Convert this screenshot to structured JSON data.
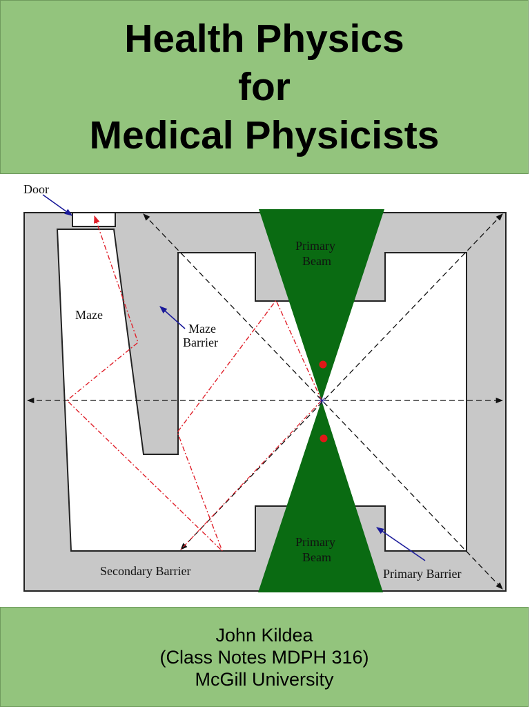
{
  "cover": {
    "title_lines": [
      "Health Physics",
      "for",
      "Medical Physicists"
    ],
    "author": "John Kildea",
    "course": "(Class Notes MDPH 316)",
    "institution": "McGill University",
    "band_color": "#93c47d"
  },
  "figure": {
    "labels": {
      "door": "Door",
      "maze": "Maze",
      "maze_barrier_1": "Maze",
      "maze_barrier_2": "Barrier",
      "primary_beam_top_1": "Primary",
      "primary_beam_top_2": "Beam",
      "primary_beam_bottom_1": "Primary",
      "primary_beam_bottom_2": "Beam",
      "secondary_barrier": "Secondary Barrier",
      "primary_barrier": "Primary Barrier"
    },
    "colors": {
      "barrier": "#c8c8c8",
      "beam": "#0a6b12",
      "scatter_path": "#e0202a",
      "pointer_arrow": "#1a1a9a"
    }
  }
}
